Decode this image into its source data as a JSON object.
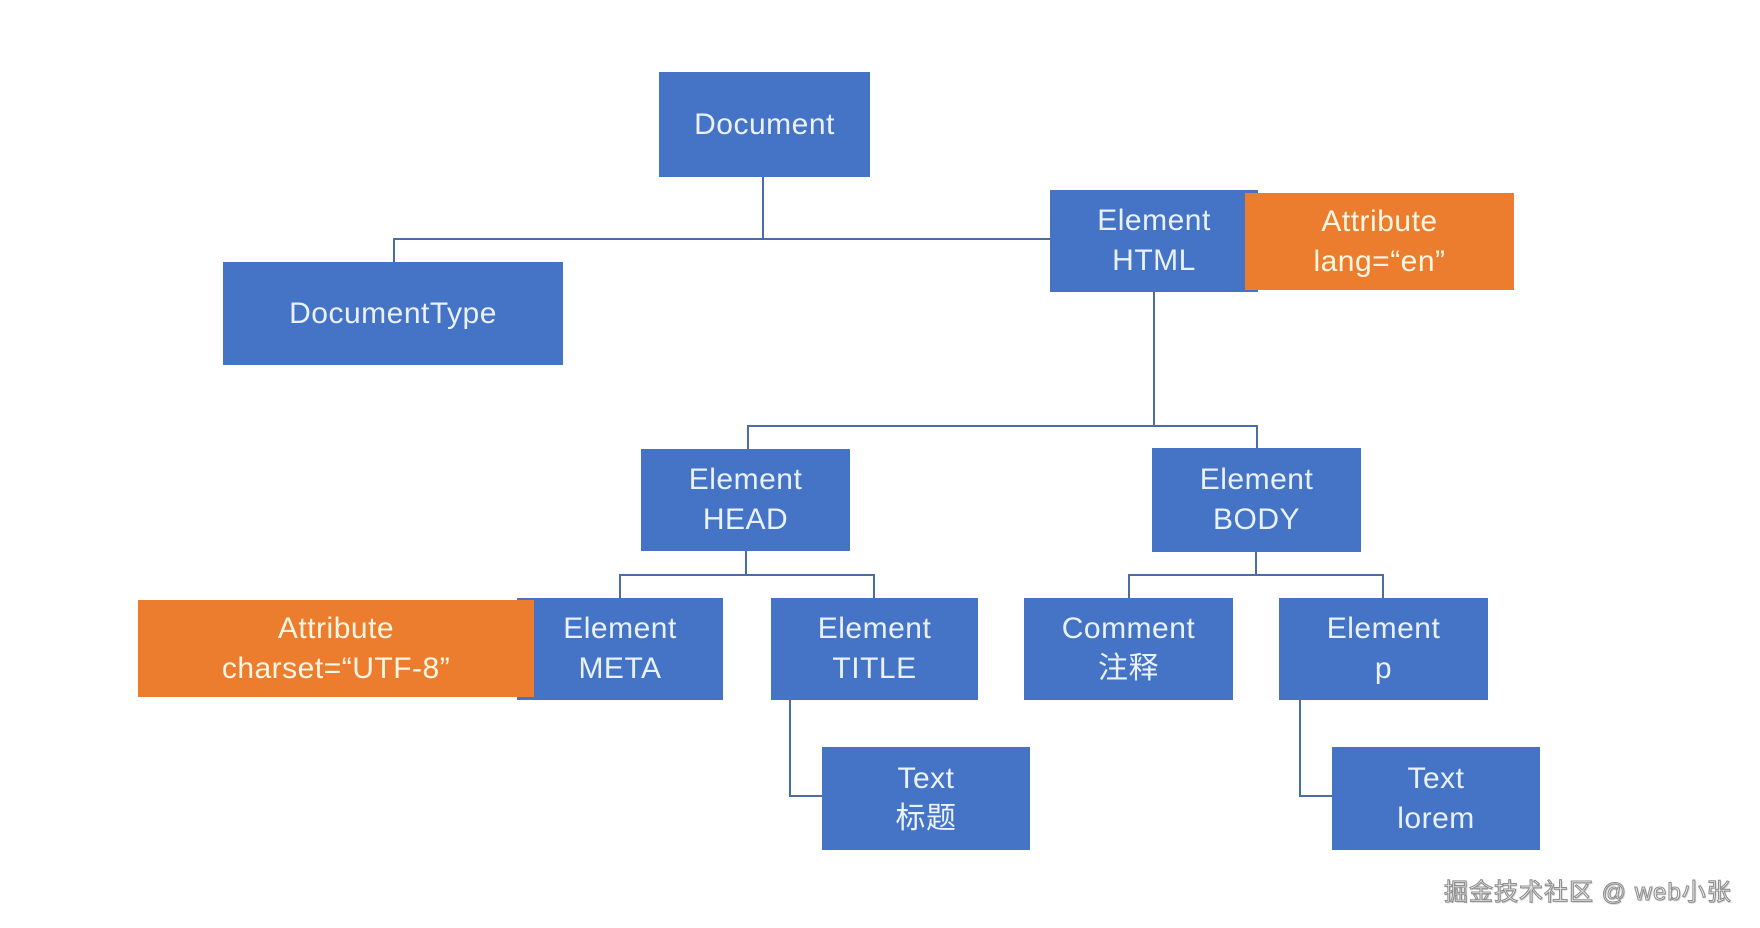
{
  "nodes": {
    "document": {
      "line1": "Document"
    },
    "document_type": {
      "line1": "DocumentType"
    },
    "element_html": {
      "line1": "Element",
      "line2": "HTML"
    },
    "attribute_lang": {
      "line1": "Attribute",
      "line2": "lang=“en”"
    },
    "element_head": {
      "line1": "Element",
      "line2": "HEAD"
    },
    "element_body": {
      "line1": "Element",
      "line2": "BODY"
    },
    "attribute_charset": {
      "line1": "Attribute",
      "line2": "charset=“UTF-8”"
    },
    "element_meta": {
      "line1": "Element",
      "line2": "META"
    },
    "element_title": {
      "line1": "Element",
      "line2": "TITLE"
    },
    "comment": {
      "line1": "Comment",
      "line2": "注释"
    },
    "element_p": {
      "line1": "Element",
      "line2": "p"
    },
    "text_title": {
      "line1": "Text",
      "line2": "标题"
    },
    "text_lorem": {
      "line1": "Text",
      "line2": "lorem"
    }
  },
  "watermark": {
    "text": "掘金技术社区 @ web小张"
  },
  "colors": {
    "node_blue": "#4573c6",
    "node_orange": "#ec7d2e",
    "connector": "#4a6da8",
    "background": "#ffffff"
  }
}
